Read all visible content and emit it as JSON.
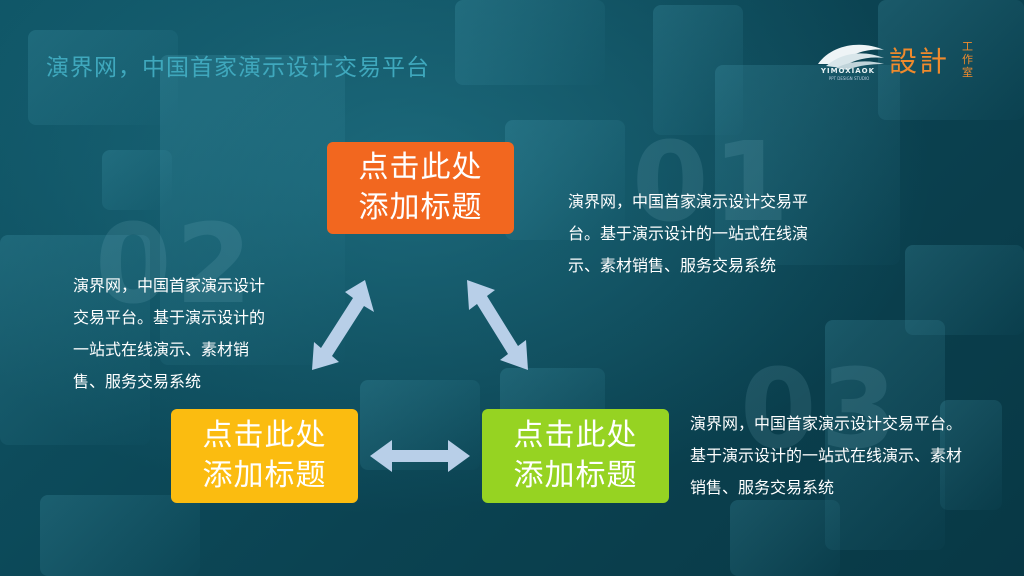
{
  "header": {
    "title": "演界网，中国首家演示设计交易平台"
  },
  "logo": {
    "brand": "YIMOXIAOK",
    "tagline": "PPT DESIGN STUDIO",
    "chinese": "設計",
    "vertical": "工作室",
    "icon": "wave-logo-icon"
  },
  "watermarks": {
    "n1": "01",
    "n2": "02",
    "n3": "03"
  },
  "boxes": {
    "top": "点击此处\n添加标题",
    "left": "点击此处\n添加标题",
    "right": "点击此处\n添加标题"
  },
  "descriptions": {
    "right": "演界网，中国首家演示设计交易平台。基于演示设计的一站式在线演示、素材销售、服务交易系统",
    "left": "演界网，中国首家演示设计交易平台。基于演示设计的一站式在线演示、素材销售、服务交易系统",
    "bottom": "演界网，中国首家演示设计交易平台。基于演示设计的一站式在线演示、素材销售、服务交易系统"
  },
  "colors": {
    "background": "#0d4a5a",
    "title": "#3fa8bd",
    "orange": "#f2671f",
    "yellow": "#fbbc10",
    "green": "#96d322",
    "arrow": "#b8cfe8",
    "logo_accent": "#f08a2c"
  }
}
